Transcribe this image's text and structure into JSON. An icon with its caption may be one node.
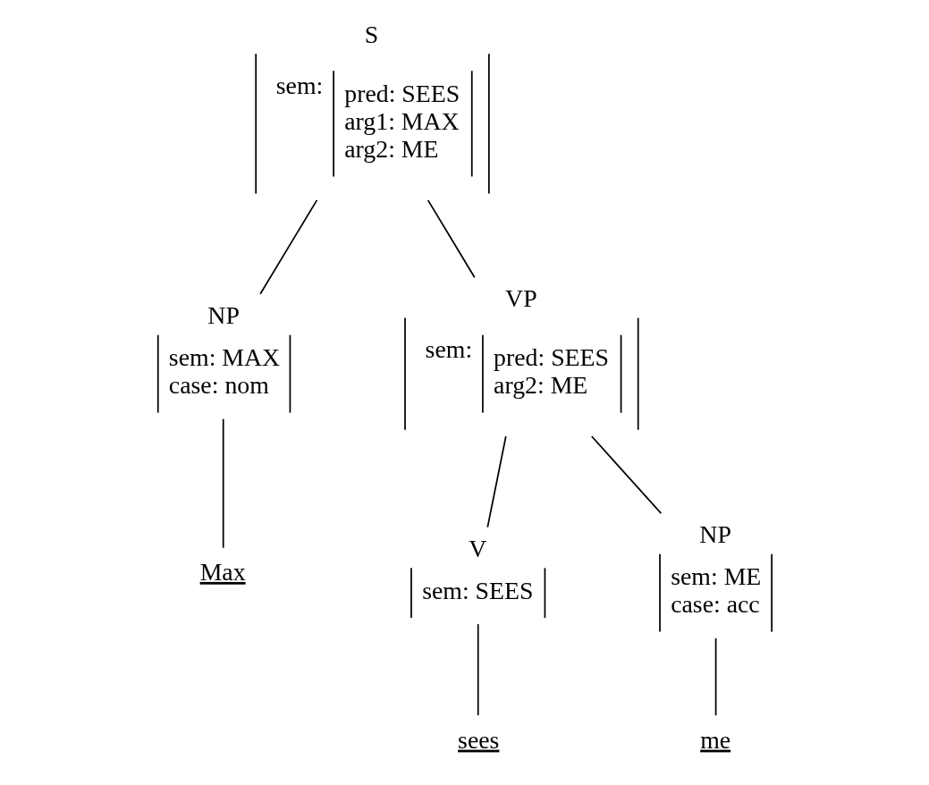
{
  "diagram": {
    "nodes": [
      {
        "text": [
          "S",
          "sem:",
          "pred: SEES arg1: MAX arg2: ME"
        ]
      },
      {
        "text": [
          "VP",
          "sem:",
          "pred: SEES arg2: ME"
        ]
      },
      {
        "text": [
          "NP",
          "sem: MAX case: nom"
        ]
      },
      {
        "text": [
          "V",
          "sem: SEES"
        ]
      },
      {
        "text": [
          "NP",
          "sem: ME case: acc"
        ]
      },
      {
        "text": [
          "Max"
        ]
      },
      {
        "text": [
          "sees"
        ]
      },
      {
        "text": [
          "me"
        ]
      }
    ],
    "edges": [
      {
        "from": 0,
        "to": 2,
        "arrow": "none"
      },
      {
        "from": 0,
        "to": 1,
        "arrow": "none"
      },
      {
        "from": 1,
        "to": 3,
        "arrow": "none"
      },
      {
        "from": 1,
        "to": 4,
        "arrow": "none"
      },
      {
        "from": 2,
        "to": 5,
        "arrow": "none"
      },
      {
        "from": 3,
        "to": 6,
        "arrow": "none"
      },
      {
        "from": 4,
        "to": 7,
        "arrow": "none"
      }
    ]
  }
}
